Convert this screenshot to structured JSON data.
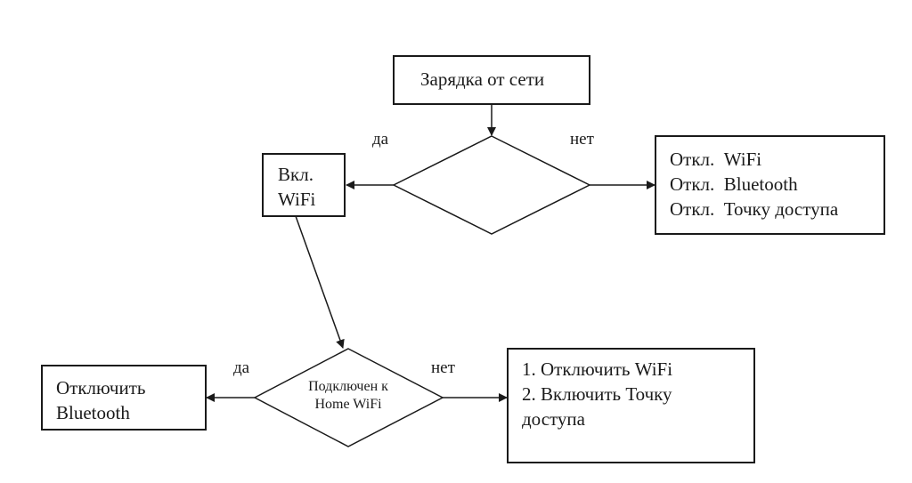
{
  "nodes": {
    "start": {
      "text": "Зарядка от сети"
    },
    "decision1": {
      "text": ""
    },
    "wifi_on": {
      "lines": [
        "Вкл.",
        "WiFi"
      ]
    },
    "all_off": {
      "lines": [
        "Откл.  WiFi",
        "Откл.  Bluetooth",
        "Откл.  Точку доступа"
      ]
    },
    "decision2": {
      "lines": [
        "Подключен к",
        "Home WiFi"
      ]
    },
    "bt_off": {
      "lines": [
        "Отключить",
        "Bluetooth"
      ]
    },
    "hotspot": {
      "lines": [
        "1. Отключить WiFi",
        "2. Включить Точку",
        "доступа"
      ]
    }
  },
  "edge_labels": {
    "d1_yes": "да",
    "d1_no": "нет",
    "d2_yes": "да",
    "d2_no": "нет"
  }
}
